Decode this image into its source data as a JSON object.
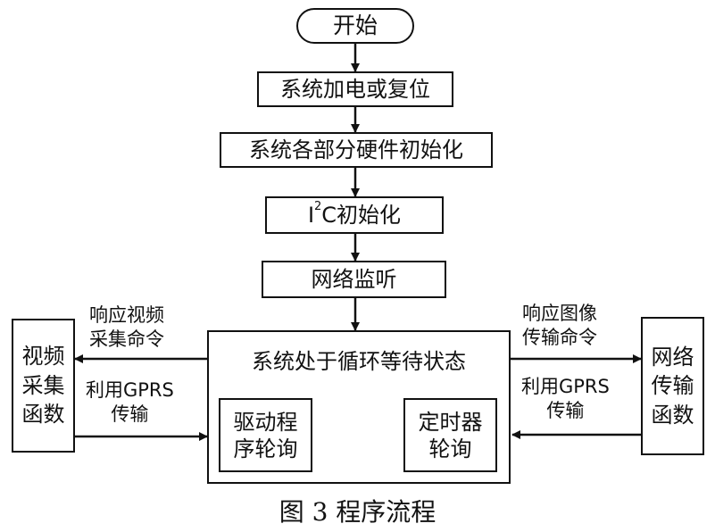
{
  "nodes": {
    "start": "开始",
    "power_reset": "系统加电或复位",
    "hw_init": "系统各部分硬件初始化",
    "i2c_prefix": "I",
    "i2c_sup": "2",
    "i2c_suffix": "C初始化",
    "net_listen": "网络监听",
    "wait_state": "系统处于循环等待状态",
    "driver_poll_1": "驱动程",
    "driver_poll_2": "序轮询",
    "timer_poll_1": "定时器",
    "timer_poll_2": "轮询",
    "video_func_1": "视频",
    "video_func_2": "采集",
    "video_func_3": "函数",
    "net_func_1": "网络",
    "net_func_2": "传输",
    "net_func_3": "函数"
  },
  "labels": {
    "video_cmd_1": "响应视频",
    "video_cmd_2": "采集命令",
    "gprs_left_1": "利用GPRS",
    "gprs_left_2": "传输",
    "image_cmd_1": "响应图像",
    "image_cmd_2": "传输命令",
    "gprs_right_1": "利用GPRS",
    "gprs_right_2": "传输"
  },
  "caption": "图 3   程序流程"
}
